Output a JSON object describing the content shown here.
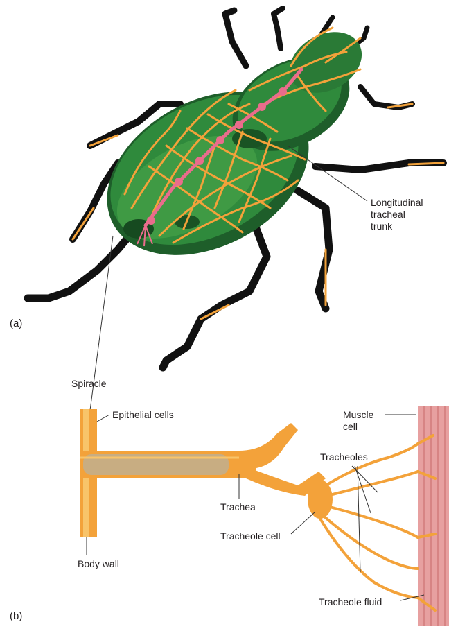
{
  "panels": {
    "a": "(a)",
    "b": "(b)"
  },
  "labels": {
    "longitudinal_line1": "Longitudinal",
    "longitudinal_line2": "tracheal",
    "longitudinal_line3": "trunk",
    "spiracle": "Spiracle",
    "epithelial_cells": "Epithelial cells",
    "muscle_line1": "Muscle",
    "muscle_line2": "cell",
    "tracheoles": "Tracheoles",
    "trachea": "Trachea",
    "tracheole_cell": "Tracheole cell",
    "body_wall": "Body wall",
    "tracheole_fluid": "Tracheole fluid"
  },
  "colors": {
    "beetle_dark": "#1e5e2a",
    "beetle_mid": "#2f8a3c",
    "beetle_light": "#4fa74e",
    "legs": "#111111",
    "trachea_orange": "#f3a23a",
    "trachea_light": "#f8c46a",
    "trunk_pink": "#e96c8c",
    "muscle": "#e7a0a0",
    "epithelium": "#c8ad82"
  }
}
